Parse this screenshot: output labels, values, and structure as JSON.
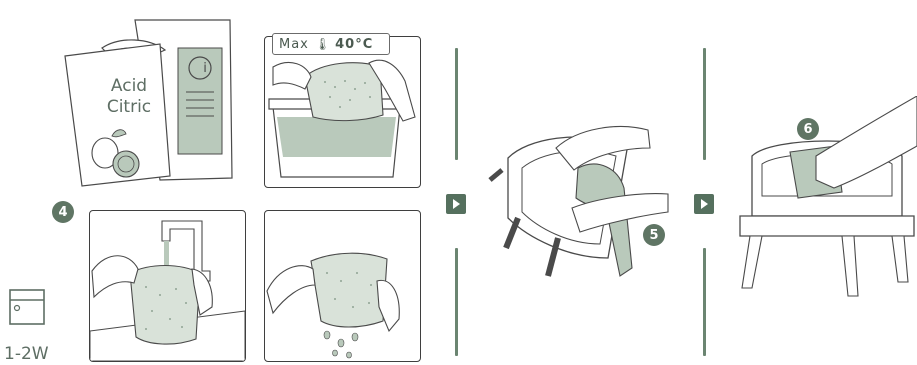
{
  "sachet": {
    "line1": "Acid",
    "line2": "Citric",
    "info_symbol": "i"
  },
  "temperature_tag": {
    "prefix": "Max",
    "value": "40°C"
  },
  "steps": {
    "step4": "4",
    "step5": "5",
    "step6": "6"
  },
  "frequency": "1-2W",
  "colors": {
    "accent": "#5f7564",
    "line": "#3f3f3f",
    "fill": "#d9e2d9"
  }
}
